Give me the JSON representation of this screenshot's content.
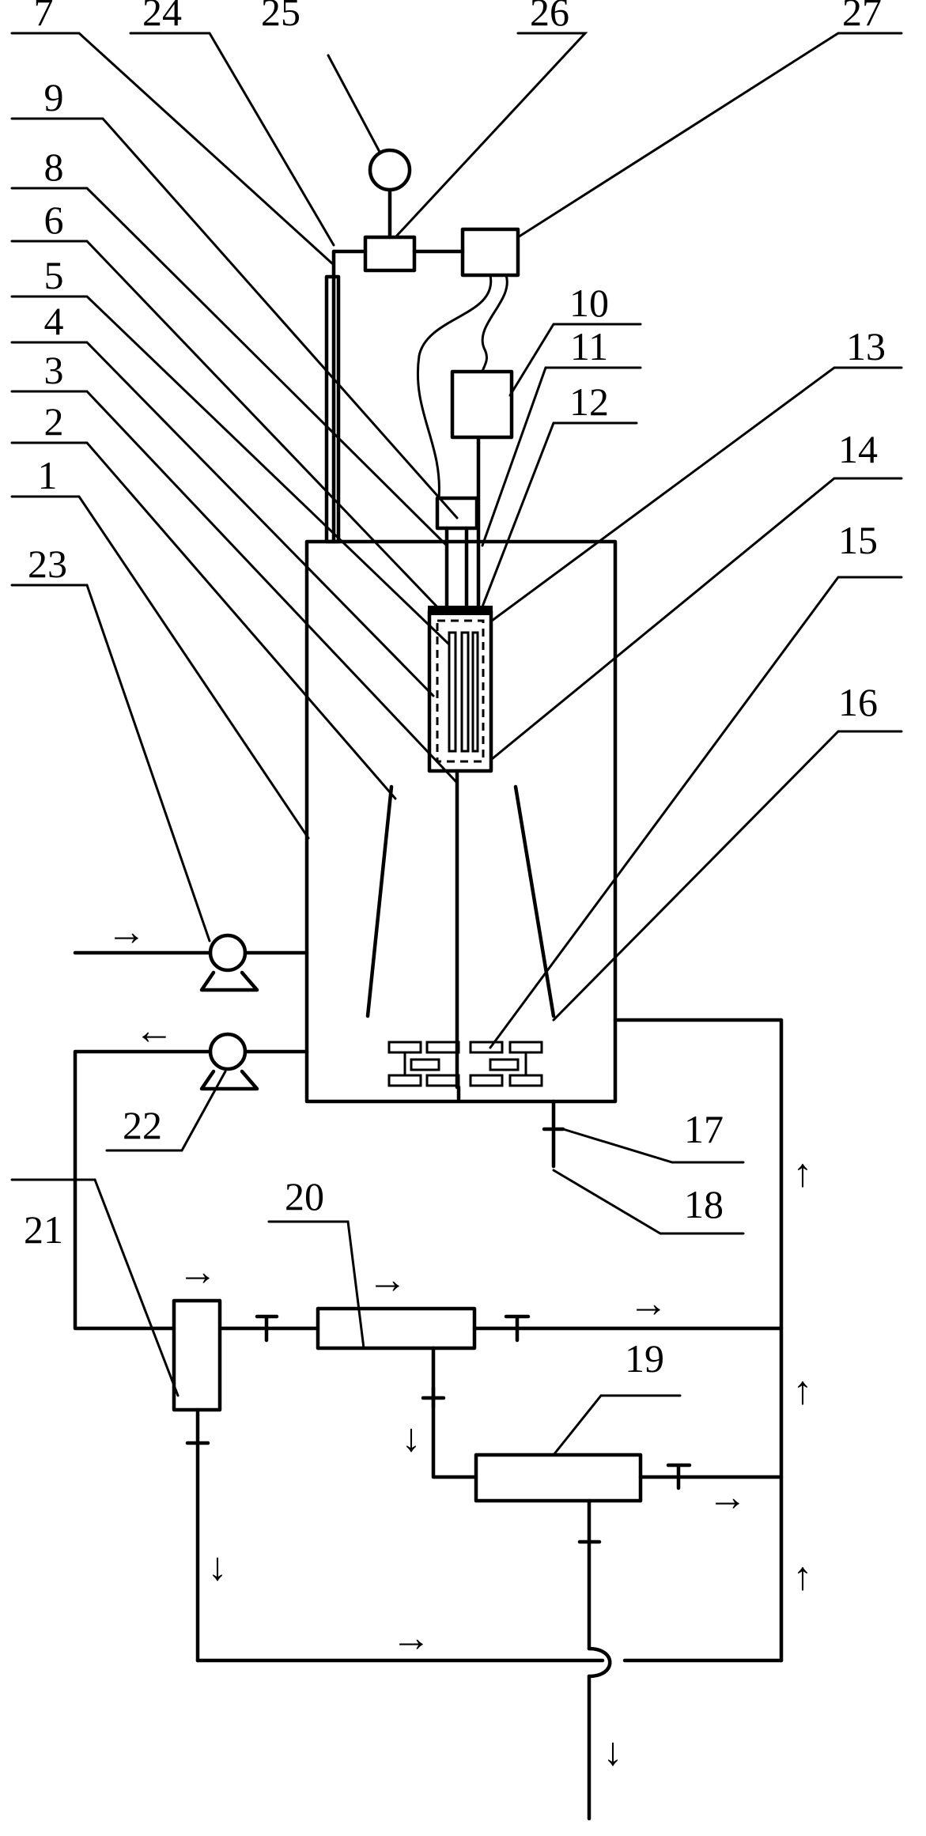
{
  "labels": {
    "l1": "1",
    "l2": "2",
    "l3": "3",
    "l4": "4",
    "l5": "5",
    "l6": "6",
    "l7": "7",
    "l8": "8",
    "l9": "9",
    "l10": "10",
    "l11": "11",
    "l12": "12",
    "l13": "13",
    "l14": "14",
    "l15": "15",
    "l16": "16",
    "l17": "17",
    "l18": "18",
    "l19": "19",
    "l20": "20",
    "l21": "21",
    "l22": "22",
    "l23": "23",
    "l24": "24",
    "l25": "25",
    "l26": "26",
    "l27": "27"
  },
  "arrows": {
    "right": "→",
    "left": "←",
    "up": "↑",
    "down": "↓"
  }
}
